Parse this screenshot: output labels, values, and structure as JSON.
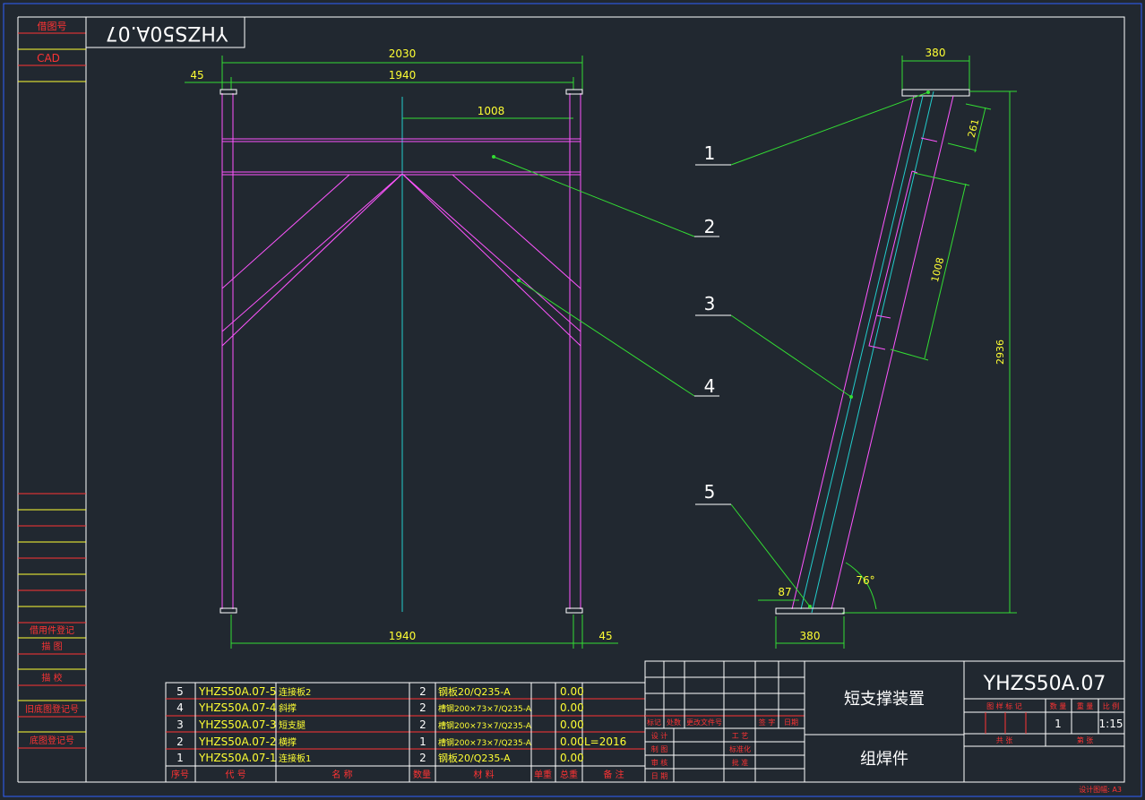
{
  "drawing_code_mirrored": "YHZS50A.07",
  "left_strip": {
    "top": [
      "借图号",
      "CAD"
    ],
    "bottom": [
      "借用件登记",
      "描  图",
      "描  校",
      "旧底图登记号",
      "底图登记号"
    ]
  },
  "front_view": {
    "dims": {
      "overall": "2030",
      "span_top": "1940",
      "offset_left": "45",
      "half": "1008",
      "span_bottom": "1940",
      "offset_right": "45"
    }
  },
  "side_view": {
    "dims": {
      "top_width": "380",
      "seg": "261",
      "brace_len": "1008",
      "height": "2936",
      "foot_offset": "87",
      "bottom_width": "380",
      "angle": "76°"
    }
  },
  "callouts": [
    "1",
    "2",
    "3",
    "4",
    "5"
  ],
  "bom": {
    "rows": [
      {
        "no": "5",
        "code": "YHZS50A.07-5",
        "name": "连接板2",
        "qty": "2",
        "material": "钢板20/Q235-A",
        "weight": "0.00",
        "note": ""
      },
      {
        "no": "4",
        "code": "YHZS50A.07-4",
        "name": "斜撑",
        "qty": "2",
        "material": "槽钢200×73×7/Q235-A",
        "weight": "0.00",
        "note": ""
      },
      {
        "no": "3",
        "code": "YHZS50A.07-3",
        "name": "短支腿",
        "qty": "2",
        "material": "槽钢200×73×7/Q235-A",
        "weight": "0.00",
        "note": ""
      },
      {
        "no": "2",
        "code": "YHZS50A.07-2",
        "name": "横撑",
        "qty": "1",
        "material": "槽钢200×73×7/Q235-A",
        "weight": "0.00",
        "note": "L=2016"
      },
      {
        "no": "1",
        "code": "YHZS50A.07-1",
        "name": "连接板1",
        "qty": "2",
        "material": "钢板20/Q235-A",
        "weight": "0.00",
        "note": ""
      }
    ],
    "header": {
      "no": "序号",
      "code": "代  号",
      "name": "名  称",
      "qty": "数量",
      "material": "材  料",
      "unit": "单重",
      "total": "总重",
      "note": "备  注"
    }
  },
  "title_block": {
    "rev_header": [
      "标记",
      "处数",
      "更改文件号",
      "签  字",
      "日期"
    ],
    "signoff_left": [
      "设  计",
      "制  图",
      "审  核",
      "日  期"
    ],
    "signoff_right": [
      "工  艺",
      "标准化",
      "批  准"
    ],
    "name": "短支撑装置",
    "subname": "组焊件",
    "code": "YHZS50A.07",
    "stage_header": [
      "图 样 标 记",
      "数 量",
      "重 量",
      "比 例"
    ],
    "qty": "1",
    "scale": "1:15",
    "sheet": [
      "共  张",
      "第  张"
    ],
    "sheet_size": "设计图幅: A3"
  }
}
